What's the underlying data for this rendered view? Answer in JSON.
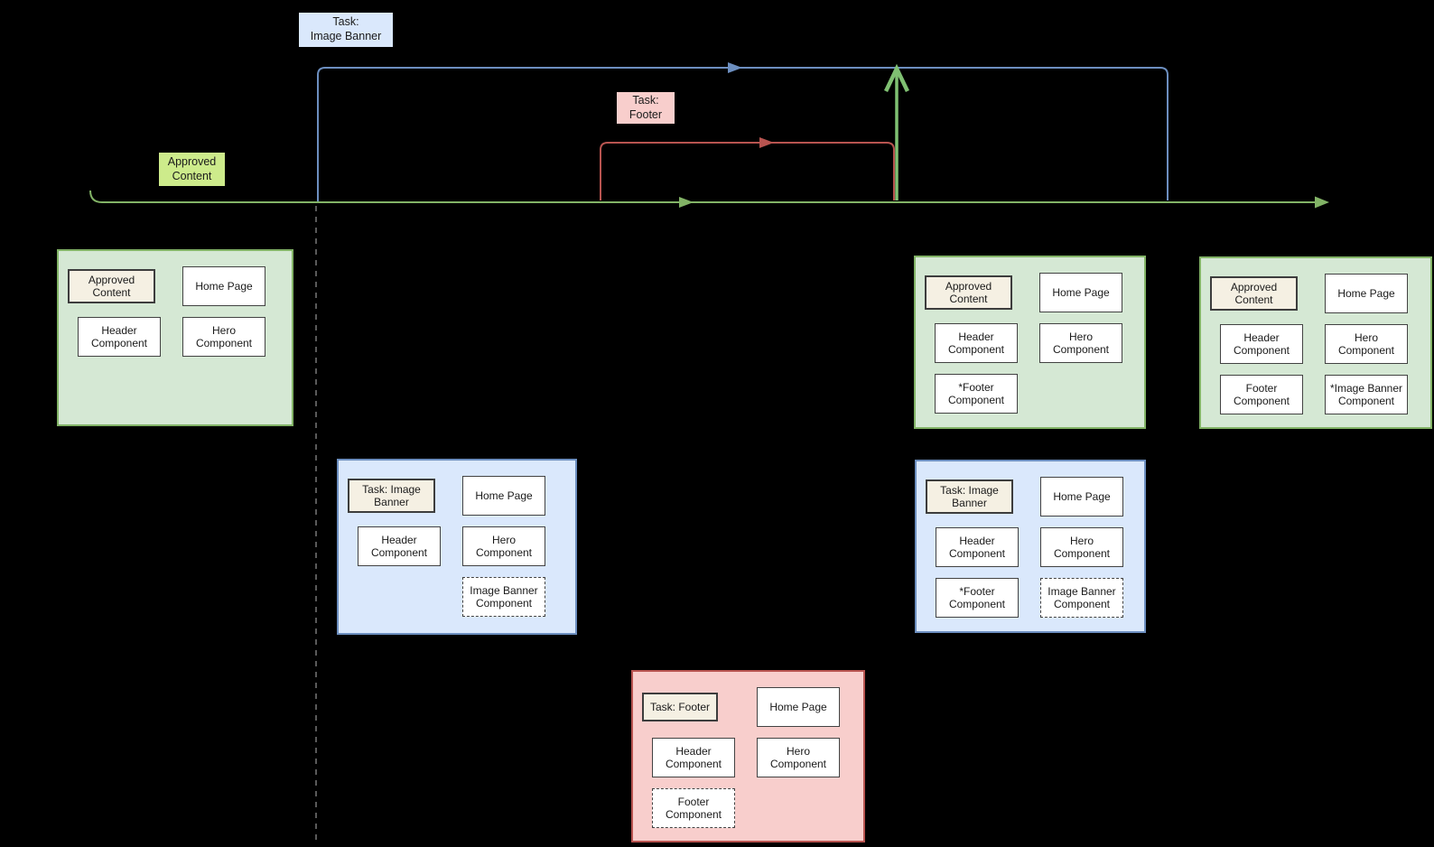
{
  "diagram": {
    "background": "#000000",
    "colors": {
      "approved_line": "#82b366",
      "merge_arrow_green": "#7fc072",
      "task_image_banner_line": "#6c8ebf",
      "task_footer_line": "#b85450",
      "dashed_guide": "#595959",
      "panel_green_fill": "#d5e8d4",
      "panel_green_border": "#82b366",
      "panel_blue_fill": "#dae8fc",
      "panel_blue_border": "#6c8ebf",
      "panel_pink_fill": "#f8cecc",
      "panel_pink_border": "#b85450",
      "chip_fill": "#f5f0e3",
      "chip_border": "#3d3d3d",
      "node_fill": "#ffffff",
      "node_border": "#424242",
      "label_image_banner_fill": "#dae8fc",
      "label_footer_fill": "#f8cecc",
      "label_approved_fill": "#cdeb8b",
      "text": "#1a1a1a"
    },
    "branch_labels": {
      "image_banner": "Task:\nImage Banner",
      "footer": "Task:\nFooter",
      "approved": "Approved\nContent"
    }
  },
  "panels": [
    {
      "name": "approved-content-start-panel",
      "palette": "green",
      "items": [
        {
          "name": "chip-approved-content",
          "kind": "chip",
          "row": 1,
          "col": 1,
          "label": "Approved Content"
        },
        {
          "name": "box-home-page",
          "kind": "box",
          "row": 1,
          "col": 2,
          "label": "Home Page"
        },
        {
          "name": "box-header-component",
          "kind": "box",
          "row": 2,
          "col": 1,
          "label": "Header Component"
        },
        {
          "name": "box-hero-component",
          "kind": "box",
          "row": 2,
          "col": 2,
          "label": "Hero Component"
        }
      ]
    },
    {
      "name": "approved-content-after-footer-merge-panel",
      "palette": "green",
      "items": [
        {
          "name": "chip-approved-content",
          "kind": "chip",
          "row": 1,
          "col": 1,
          "label": "Approved Content"
        },
        {
          "name": "box-home-page",
          "kind": "box",
          "row": 1,
          "col": 2,
          "label": "Home Page"
        },
        {
          "name": "box-header-component",
          "kind": "box",
          "row": 2,
          "col": 1,
          "label": "Header Component"
        },
        {
          "name": "box-hero-component",
          "kind": "box",
          "row": 2,
          "col": 2,
          "label": "Hero Component"
        },
        {
          "name": "box-footer-component",
          "kind": "box",
          "row": 3,
          "col": 1,
          "label": "*Footer Component"
        }
      ]
    },
    {
      "name": "approved-content-after-image-banner-merge-panel",
      "palette": "green",
      "items": [
        {
          "name": "chip-approved-content",
          "kind": "chip",
          "row": 1,
          "col": 1,
          "label": "Approved Content"
        },
        {
          "name": "box-home-page",
          "kind": "box",
          "row": 1,
          "col": 2,
          "label": "Home Page"
        },
        {
          "name": "box-header-component",
          "kind": "box",
          "row": 2,
          "col": 1,
          "label": "Header Component"
        },
        {
          "name": "box-hero-component",
          "kind": "box",
          "row": 2,
          "col": 2,
          "label": "Hero Component"
        },
        {
          "name": "box-footer-component",
          "kind": "box",
          "row": 3,
          "col": 1,
          "label": "Footer Component"
        },
        {
          "name": "box-image-banner-component",
          "kind": "box",
          "row": 3,
          "col": 2,
          "label": "*Image Banner Component"
        }
      ]
    },
    {
      "name": "task-image-banner-branch-panel",
      "palette": "blue",
      "items": [
        {
          "name": "chip-task-image-banner",
          "kind": "chip",
          "row": 1,
          "col": 1,
          "label": "Task: Image Banner"
        },
        {
          "name": "box-home-page",
          "kind": "box",
          "row": 1,
          "col": 2,
          "label": "Home Page"
        },
        {
          "name": "box-header-component",
          "kind": "box",
          "row": 2,
          "col": 1,
          "label": "Header Component"
        },
        {
          "name": "box-hero-component",
          "kind": "box",
          "row": 2,
          "col": 2,
          "label": "Hero Component"
        },
        {
          "name": "box-image-banner-component",
          "kind": "dashed",
          "row": 3,
          "col": 2,
          "label": "Image Banner Component"
        }
      ]
    },
    {
      "name": "task-image-banner-after-footer-merge-panel",
      "palette": "blue",
      "items": [
        {
          "name": "chip-task-image-banner",
          "kind": "chip",
          "row": 1,
          "col": 1,
          "label": "Task: Image Banner"
        },
        {
          "name": "box-home-page",
          "kind": "box",
          "row": 1,
          "col": 2,
          "label": "Home Page"
        },
        {
          "name": "box-header-component",
          "kind": "box",
          "row": 2,
          "col": 1,
          "label": "Header Component"
        },
        {
          "name": "box-hero-component",
          "kind": "box",
          "row": 2,
          "col": 2,
          "label": "Hero Component"
        },
        {
          "name": "box-footer-component",
          "kind": "box",
          "row": 3,
          "col": 1,
          "label": "*Footer Component"
        },
        {
          "name": "box-image-banner-component",
          "kind": "dashed",
          "row": 3,
          "col": 2,
          "label": "Image Banner Component"
        }
      ]
    },
    {
      "name": "task-footer-branch-panel",
      "palette": "pink",
      "items": [
        {
          "name": "chip-task-footer",
          "kind": "chip",
          "row": 1,
          "col": 1,
          "label": "Task: Footer"
        },
        {
          "name": "box-home-page",
          "kind": "box",
          "row": 1,
          "col": 2,
          "label": "Home Page"
        },
        {
          "name": "box-header-component",
          "kind": "box",
          "row": 2,
          "col": 1,
          "label": "Header Component"
        },
        {
          "name": "box-hero-component",
          "kind": "box",
          "row": 2,
          "col": 2,
          "label": "Hero Component"
        },
        {
          "name": "box-footer-component",
          "kind": "dashed",
          "row": 3,
          "col": 1,
          "label": "Footer Component"
        }
      ]
    }
  ]
}
